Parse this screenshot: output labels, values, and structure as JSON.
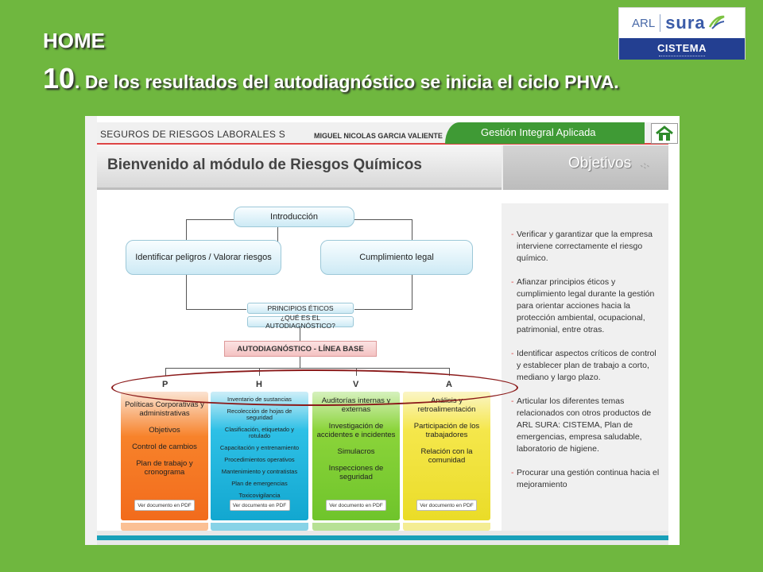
{
  "slide": {
    "home": "HOME",
    "title_number": "10",
    "title_text": ". De los resultados del autodiagnóstico se inicia el ciclo PHVA."
  },
  "logo": {
    "arl": "ARL",
    "brand": "sura",
    "product": "CISTEMA"
  },
  "app": {
    "company": "SEGUROS DE RIESGOS LABORALES S",
    "user": "MIGUEL NICOLAS GARCIA VALIENTE",
    "section": "Gestión Integral Aplicada",
    "home_icon": "home-icon",
    "welcome": "Bienvenido al módulo de Riesgos Químicos",
    "objectives_tab": "Objetivos"
  },
  "diagram": {
    "intro": "Introducción",
    "identify": "Identificar peligros / Valorar riesgos",
    "legal": "Cumplimiento legal",
    "ethics": "PRINCIPIOS ÉTICOS",
    "what_is": "¿QUÉ ES EL AUTODIAGNÓSTICO?",
    "baseline": "AUTODIAGNÓSTICO - LÍNEA BASE",
    "letters": [
      "P",
      "H",
      "V",
      "A"
    ],
    "columns": [
      {
        "items": [
          "Políticas Corporativas y administrativas",
          "Objetivos",
          "Control de cambios",
          "Plan de trabajo y cronograma"
        ],
        "button": "Ver documento en PDF"
      },
      {
        "items": [
          "Inventario de sustancias",
          "Recolección de hojas de seguridad",
          "Clasificación, etiquetado y rotulado",
          "Capacitación y entrenamiento",
          "Procedimientos operativos",
          "Mantenimiento y contratistas",
          "Plan de emergencias",
          "Toxicovigilancia"
        ],
        "button": "Ver documento en PDF"
      },
      {
        "items": [
          "Auditorías internas y externas",
          "Investigación de accidentes e incidentes",
          "Simulacros",
          "Inspecciones de seguridad"
        ],
        "button": "Ver documento en PDF"
      },
      {
        "items": [
          "Análisis y retroalimentación",
          "Participación de los trabajadores",
          "Relación con la comunidad"
        ],
        "button": "Ver documento en PDF"
      }
    ]
  },
  "objectives": [
    "Verificar y garantizar que la empresa interviene correctamente el riesgo químico.",
    "Afianzar principios éticos y cumplimiento legal durante la gestión para orientar acciones hacia la protección ambiental, ocupacional, patrimonial, entre otras.",
    "Identificar aspectos críticos de control y establecer plan de trabajo a corto, mediano y largo plazo.",
    "Articular los diferentes temas relacionados con otros productos de ARL SURA: CISTEMA, Plan de emergencias, empresa saludable, laboratorio de higiene.",
    "Procurar una gestión continua hacia el mejoramiento"
  ],
  "colors": {
    "background": "#6fb73f",
    "accent_green": "#3f9a35",
    "brand_blue": "#233f91",
    "highlight": "#8b1a1a"
  }
}
